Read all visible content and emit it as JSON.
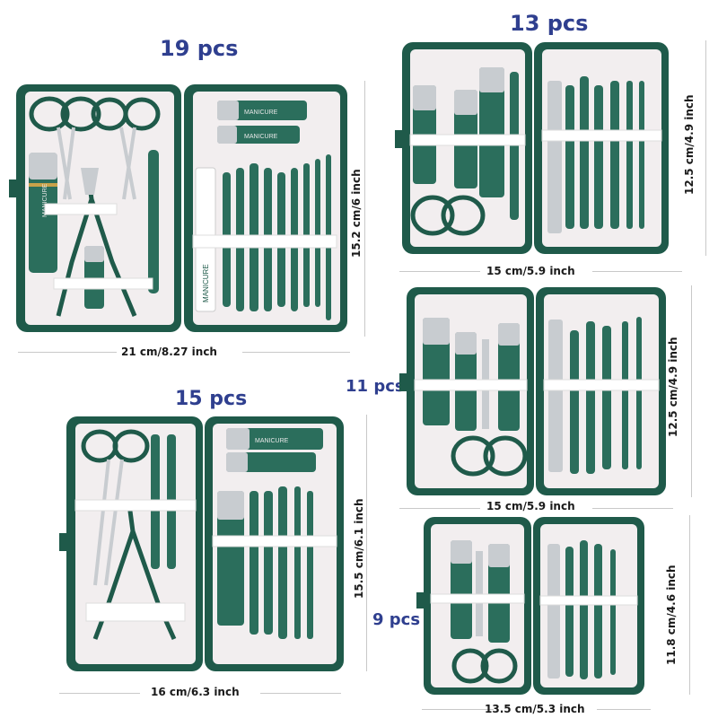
{
  "kits": [
    {
      "count": "19 pcs",
      "width": "21 cm/8.27 inch",
      "height": "15.2 cm/6 inch"
    },
    {
      "count": "13 pcs",
      "width": "15 cm/5.9 inch",
      "height": "12.5 cm/4.9 inch"
    },
    {
      "count": "11 pcs",
      "width": "15 cm/5.9 inch",
      "height": "12.5 cm/4.9 inch"
    },
    {
      "count": "15 pcs",
      "width": "16 cm/6.3 inch",
      "height": "15.5 cm/6.1 inch"
    },
    {
      "count": "9 pcs",
      "width": "13.5 cm/5.3 inch",
      "height": "11.8 cm/4.6 inch"
    }
  ],
  "brand_label": "MANICURE",
  "colors": {
    "case_green": "#1f5a4a",
    "tool_green": "#2b6e5c",
    "lining": "#f2eeef",
    "steel": "#c8ccd0",
    "gold": "#c9a24a",
    "count_text": "#2f3f8f"
  }
}
